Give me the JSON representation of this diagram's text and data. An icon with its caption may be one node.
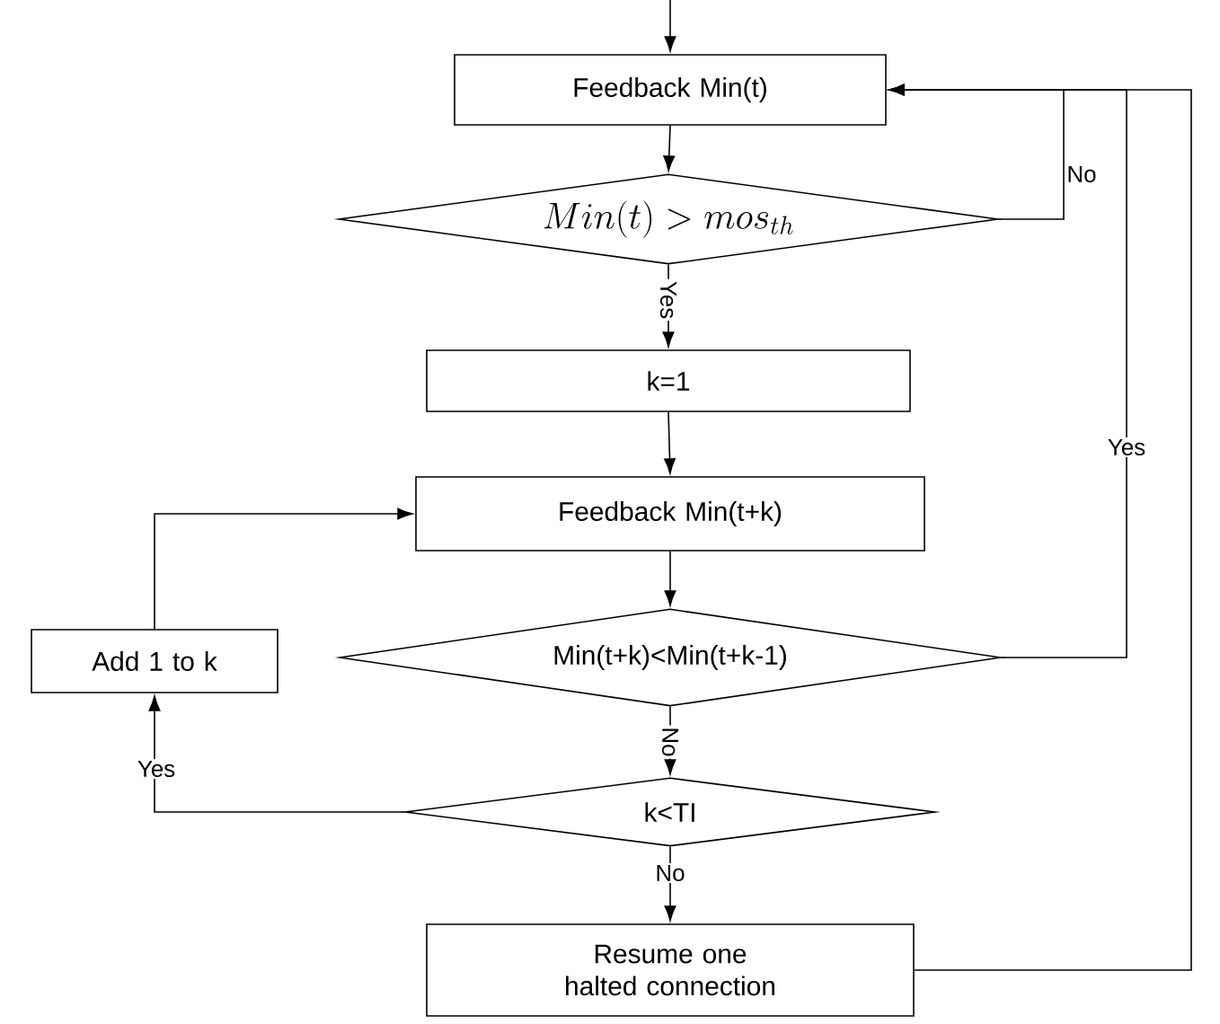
{
  "diagram": {
    "nodes": [
      {
        "text": [
          "Feedback Min(t)"
        ]
      },
      {
        "text": [
          "Min(t) > mos_{th}"
        ]
      },
      {
        "text": [
          "k=1"
        ]
      },
      {
        "text": [
          "Feedback Min(t+k)"
        ]
      },
      {
        "text": [
          "Min(t+k)<Min(t+k-1)"
        ]
      },
      {
        "text": [
          "k<TI"
        ]
      },
      {
        "text": [
          "Add 1 to k"
        ]
      },
      {
        "text": [
          "Resume one halted connection"
        ]
      }
    ],
    "edges": [
      {
        "from": null,
        "to": 0,
        "arrow": "to"
      },
      {
        "from": 0,
        "to": 1,
        "arrow": "to"
      },
      {
        "from": 1,
        "to": 0,
        "arrow": "to",
        "label": "No"
      },
      {
        "from": 1,
        "to": 2,
        "arrow": "to",
        "label": "Yes"
      },
      {
        "from": 2,
        "to": 3,
        "arrow": "to"
      },
      {
        "from": 3,
        "to": 4,
        "arrow": "to"
      },
      {
        "from": 4,
        "to": 0,
        "arrow": "to",
        "label": "Yes"
      },
      {
        "from": 4,
        "to": 5,
        "arrow": "to",
        "label": "No"
      },
      {
        "from": 5,
        "to": 6,
        "arrow": "to",
        "label": "Yes"
      },
      {
        "from": 6,
        "to": 3,
        "arrow": "to"
      },
      {
        "from": 5,
        "to": 7,
        "arrow": "to",
        "label": "No"
      },
      {
        "from": 7,
        "to": 0,
        "arrow": "to"
      }
    ]
  }
}
